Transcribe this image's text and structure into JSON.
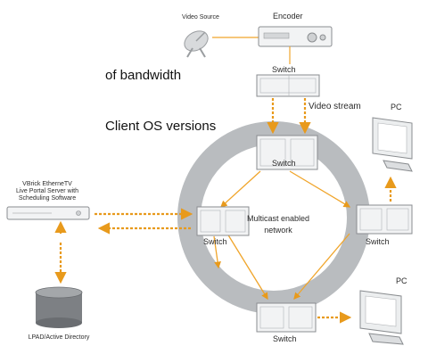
{
  "slide_text": {
    "line1": "of bandwidth",
    "line2": "Client OS versions"
  },
  "diagram": {
    "video_source": "Video Source",
    "encoder": "Encoder",
    "switch_top": "Switch",
    "video_stream": "Video stream",
    "pc_top": "PC",
    "switch_ring_top": "Switch",
    "switch_left": "Switch",
    "switch_right": "Switch",
    "switch_bottom": "Switch",
    "pc_bottom": "PC",
    "center_line1": "Multicast enabled",
    "center_line2": "network",
    "portal_line1": "VBrick EtherneTV",
    "portal_line2": "Live Portal Server with",
    "portal_line3": "Scheduling Software",
    "ldap": "LPAD/Active Directory"
  },
  "colors": {
    "ring": "#b9bcbf",
    "flow": "#f5a623",
    "device_fill": "#f2f3f4",
    "device_stroke": "#8a8d90"
  }
}
